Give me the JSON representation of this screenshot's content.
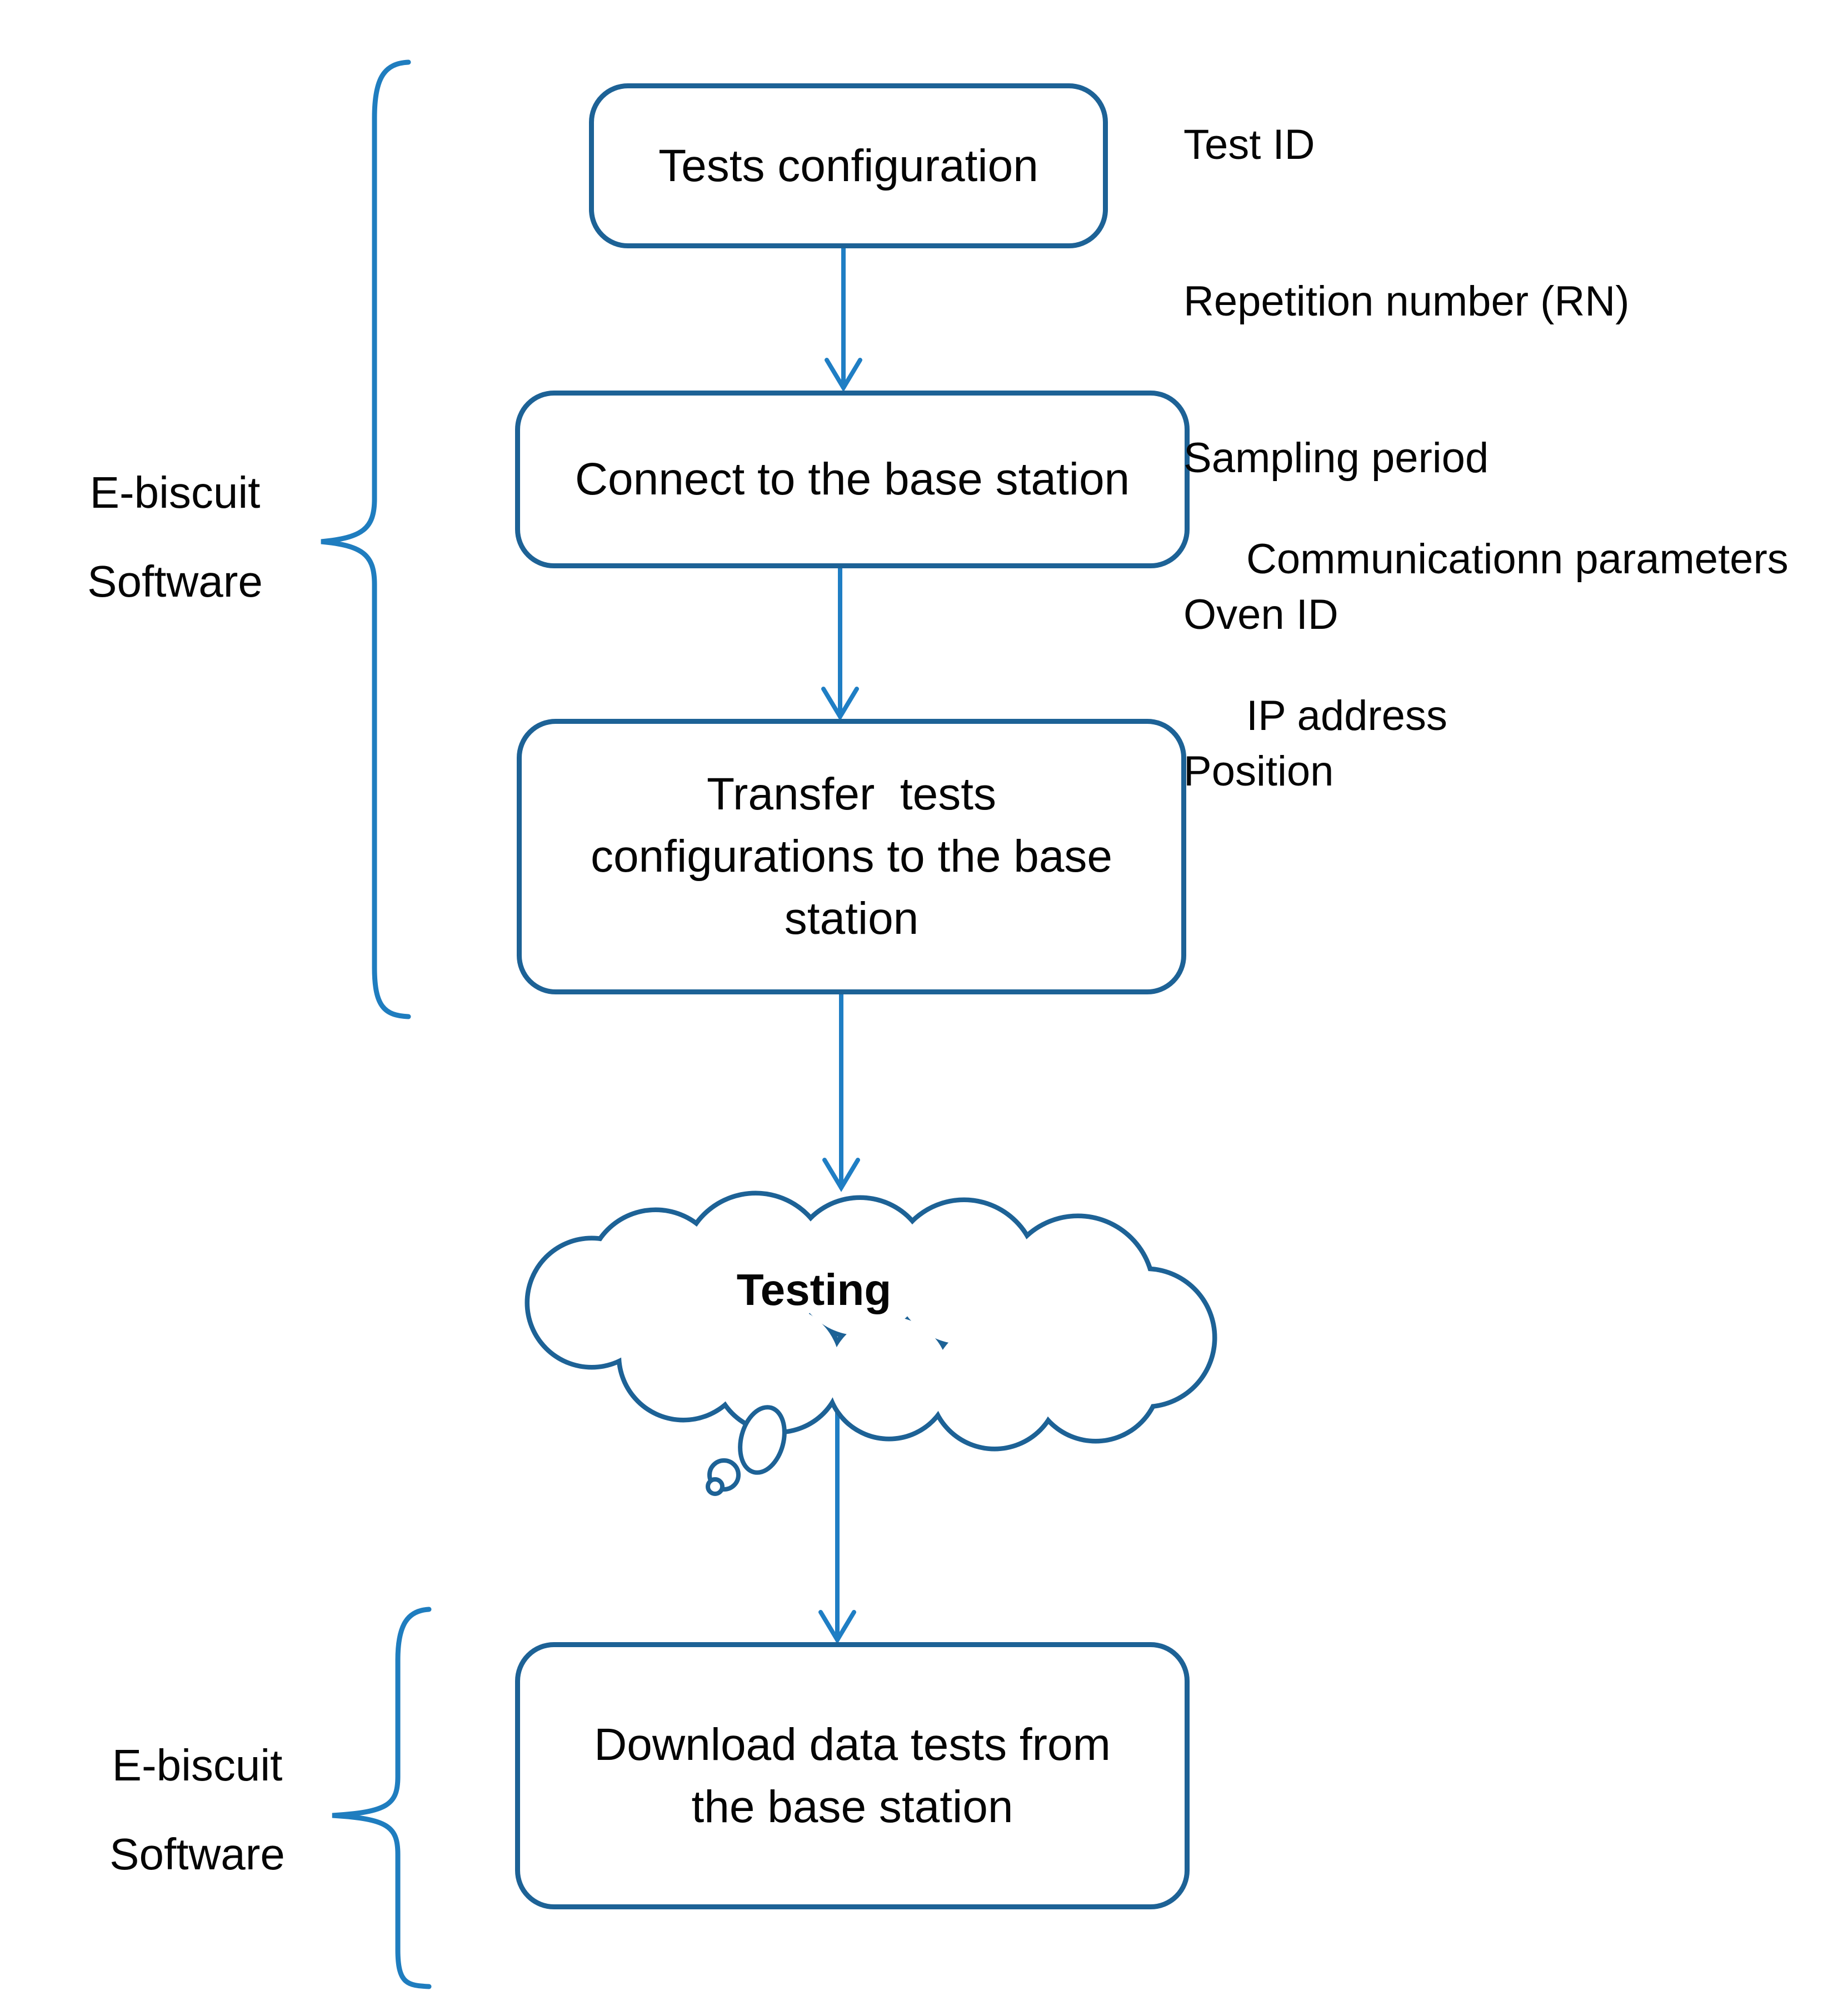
{
  "colors": {
    "box_border": "#1d6296",
    "cloud_outline": "#1d6296",
    "arrow": "#1f7ec4",
    "brace": "#1f7dbf",
    "text": "#050505"
  },
  "flow": {
    "box1": {
      "lines": [
        "Tests configuration"
      ]
    },
    "box2": {
      "lines": [
        "Connect to the base station"
      ]
    },
    "box3": {
      "lines": [
        "Transfer  tests",
        "configurations to the base",
        "station"
      ]
    },
    "box4": {
      "lines": [
        "Download data tests from",
        "the base station"
      ]
    },
    "cloud_label": "Testing"
  },
  "annotations": {
    "box1_params": {
      "lines": [
        "Test ID",
        "Repetition number (RN)",
        "Sampling period",
        "Oven ID",
        "Position"
      ]
    },
    "box2_params": {
      "lines": [
        "Communicationn parameters",
        "IP address"
      ]
    }
  },
  "side_labels": {
    "top": {
      "lines": [
        "E-biscuit",
        "Software"
      ]
    },
    "bottom": {
      "lines": [
        "E-biscuit",
        "Software"
      ]
    }
  }
}
